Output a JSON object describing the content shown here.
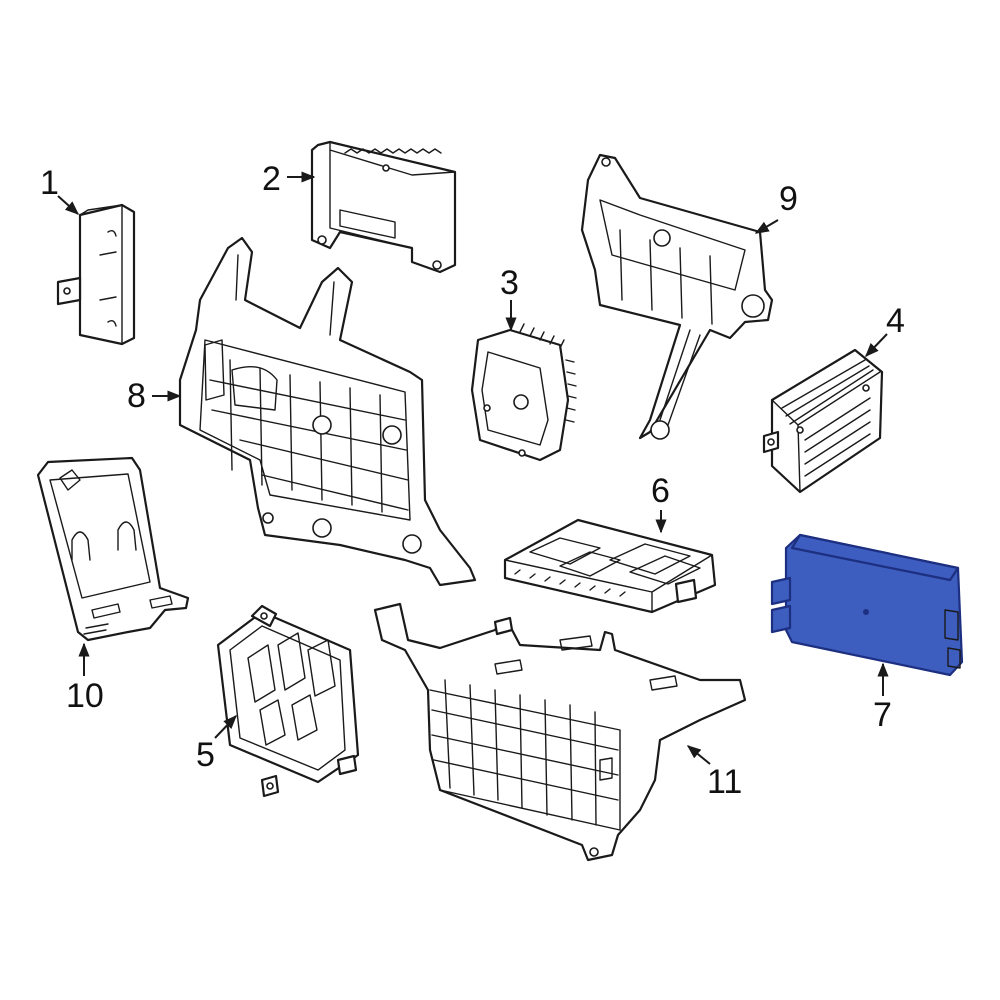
{
  "callouts": [
    "1",
    "2",
    "3",
    "4",
    "5",
    "6",
    "7",
    "8",
    "9",
    "10",
    "11"
  ],
  "highlight_color": "#3d5dbf",
  "line_color": "#1a1a1a",
  "background_color": "#ffffff"
}
